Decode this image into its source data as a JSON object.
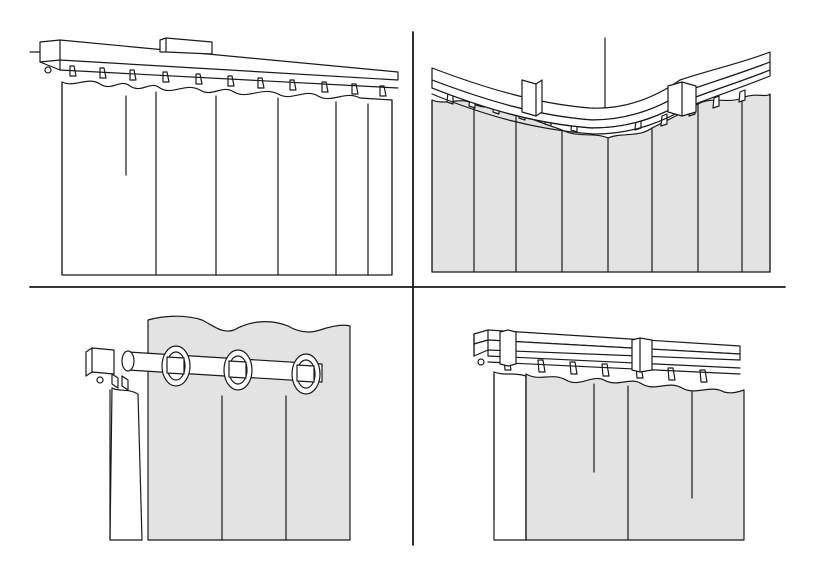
{
  "figure": {
    "panels": [
      {
        "id": "straight-track-pleated",
        "curtain_fill": "#ffffff"
      },
      {
        "id": "curved-bay-track",
        "curtain_fill": "#e3e3e3"
      },
      {
        "id": "eyelet-curtain-on-pole",
        "curtain_fill": "#e3e3e3"
      },
      {
        "id": "double-track-layered",
        "curtain_fill": "#e3e3e3"
      }
    ],
    "colors": {
      "line": "#1a1a1a",
      "fabric": "#e3e3e3",
      "background": "#ffffff"
    }
  }
}
